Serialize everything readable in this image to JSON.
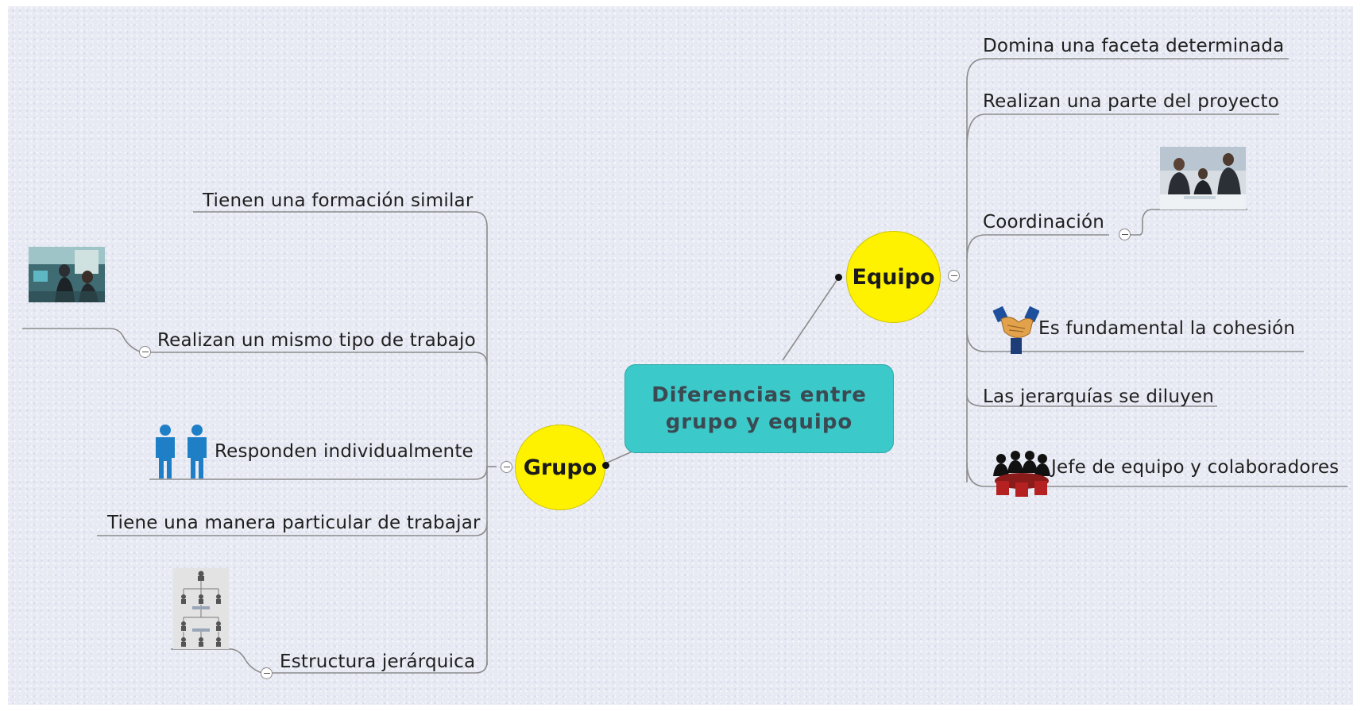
{
  "center": {
    "line1": "Diferencias entre",
    "line2": "grupo y equipo"
  },
  "grupo": {
    "label": "Grupo",
    "items": [
      "Tienen una formación similar",
      "Realizan un mismo tipo de trabajo",
      "Responden individualmente",
      "Tiene una manera particular de trabajar",
      "Estructura jerárquica"
    ]
  },
  "equipo": {
    "label": "Equipo",
    "items": [
      "Domina una faceta determinada",
      "Realizan una parte del proyecto",
      "Coordinación",
      "Es fundamental la cohesión",
      "Las jerarquías se diluyen",
      "Jefe de equipo y colaboradores"
    ]
  },
  "colors": {
    "center_fill": "#3cc9c9",
    "topic_fill": "#fff200",
    "background": "#e7e9f3",
    "line": "#8c8c8c"
  },
  "icons": {
    "office_photo_left": "office-people-photo",
    "people_pair": "two-people-icon",
    "org_chart": "org-chart-image",
    "meeting_photo": "business-meeting-photo",
    "handshake": "handshake-icon",
    "team_table": "team-meeting-icon"
  }
}
